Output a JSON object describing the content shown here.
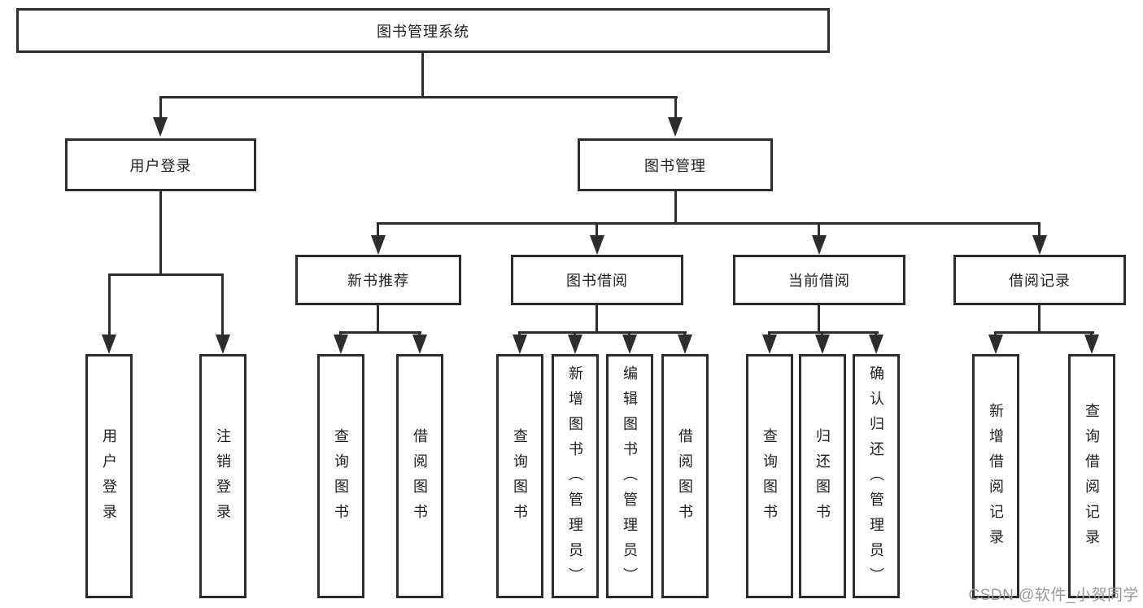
{
  "colors": {
    "line": "#2d2d2d",
    "box_border": "#2d2d2d",
    "text": "#1f1f1f",
    "watermark": "#9a9a9a",
    "background": "#ffffff"
  },
  "tree": {
    "root": {
      "label": "图书管理系统"
    },
    "branches": [
      {
        "label": "用户登录",
        "children": [
          {
            "label": "用户登录"
          },
          {
            "label": "注销登录"
          }
        ]
      },
      {
        "label": "图书管理",
        "sections": [
          {
            "label": "新书推荐",
            "children": [
              {
                "label": "查询图书"
              },
              {
                "label": "借阅图书"
              }
            ]
          },
          {
            "label": "图书借阅",
            "children": [
              {
                "label": "查询图书"
              },
              {
                "label": "新增图书（管理员）"
              },
              {
                "label": "编辑图书（管理员）"
              },
              {
                "label": "借阅图书"
              }
            ]
          },
          {
            "label": "当前借阅",
            "children": [
              {
                "label": "查询图书"
              },
              {
                "label": "归还图书"
              },
              {
                "label": "确认归还（管理员）"
              }
            ]
          },
          {
            "label": "借阅记录",
            "children": [
              {
                "label": "新增借阅记录"
              },
              {
                "label": "查询借阅记录"
              }
            ]
          }
        ]
      }
    ]
  },
  "watermark": {
    "text": "CSDN @软件_小贺同学"
  }
}
